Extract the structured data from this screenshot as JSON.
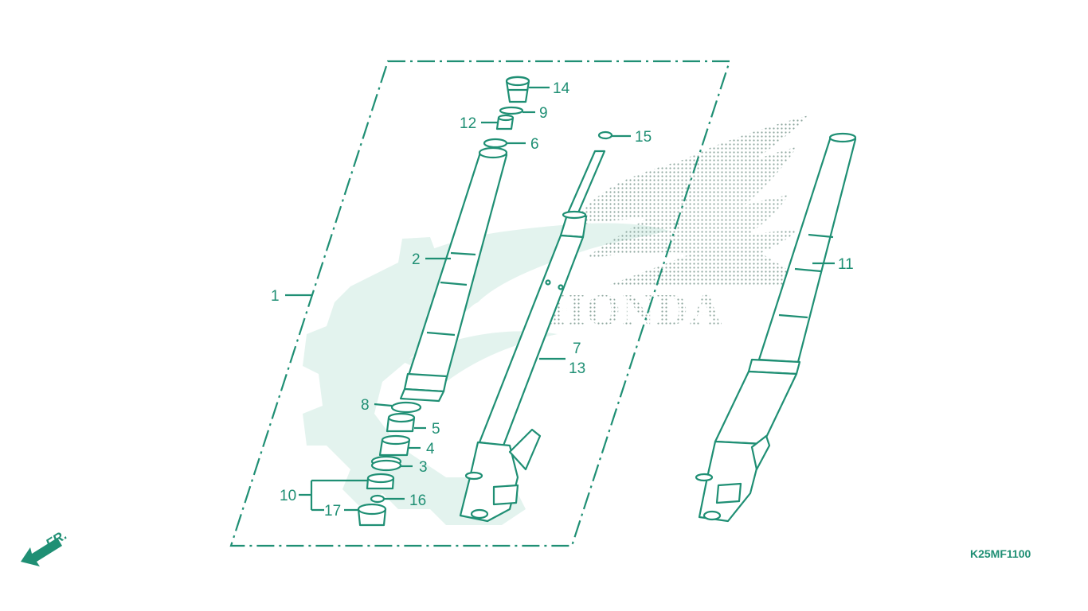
{
  "diagram": {
    "callouts": [
      {
        "id": "c1",
        "text": "1"
      },
      {
        "id": "c2",
        "text": "2"
      },
      {
        "id": "c3",
        "text": "3"
      },
      {
        "id": "c4",
        "text": "4"
      },
      {
        "id": "c5",
        "text": "5"
      },
      {
        "id": "c6",
        "text": "6"
      },
      {
        "id": "c7",
        "text": "7"
      },
      {
        "id": "c8",
        "text": "8"
      },
      {
        "id": "c9",
        "text": "9"
      },
      {
        "id": "c10",
        "text": "10"
      },
      {
        "id": "c11",
        "text": "11"
      },
      {
        "id": "c12",
        "text": "12"
      },
      {
        "id": "c13",
        "text": "13"
      },
      {
        "id": "c14",
        "text": "14"
      },
      {
        "id": "c15",
        "text": "15"
      },
      {
        "id": "c16",
        "text": "16"
      },
      {
        "id": "c17",
        "text": "17"
      }
    ],
    "watermark_brand": "HONDA",
    "direction_label": "FR.",
    "diagram_code": "K25MF1100"
  },
  "colors": {
    "line": "#1f8f74",
    "watermark_light": "#e3f3ee",
    "watermark_dots": "#8fa8a0"
  }
}
